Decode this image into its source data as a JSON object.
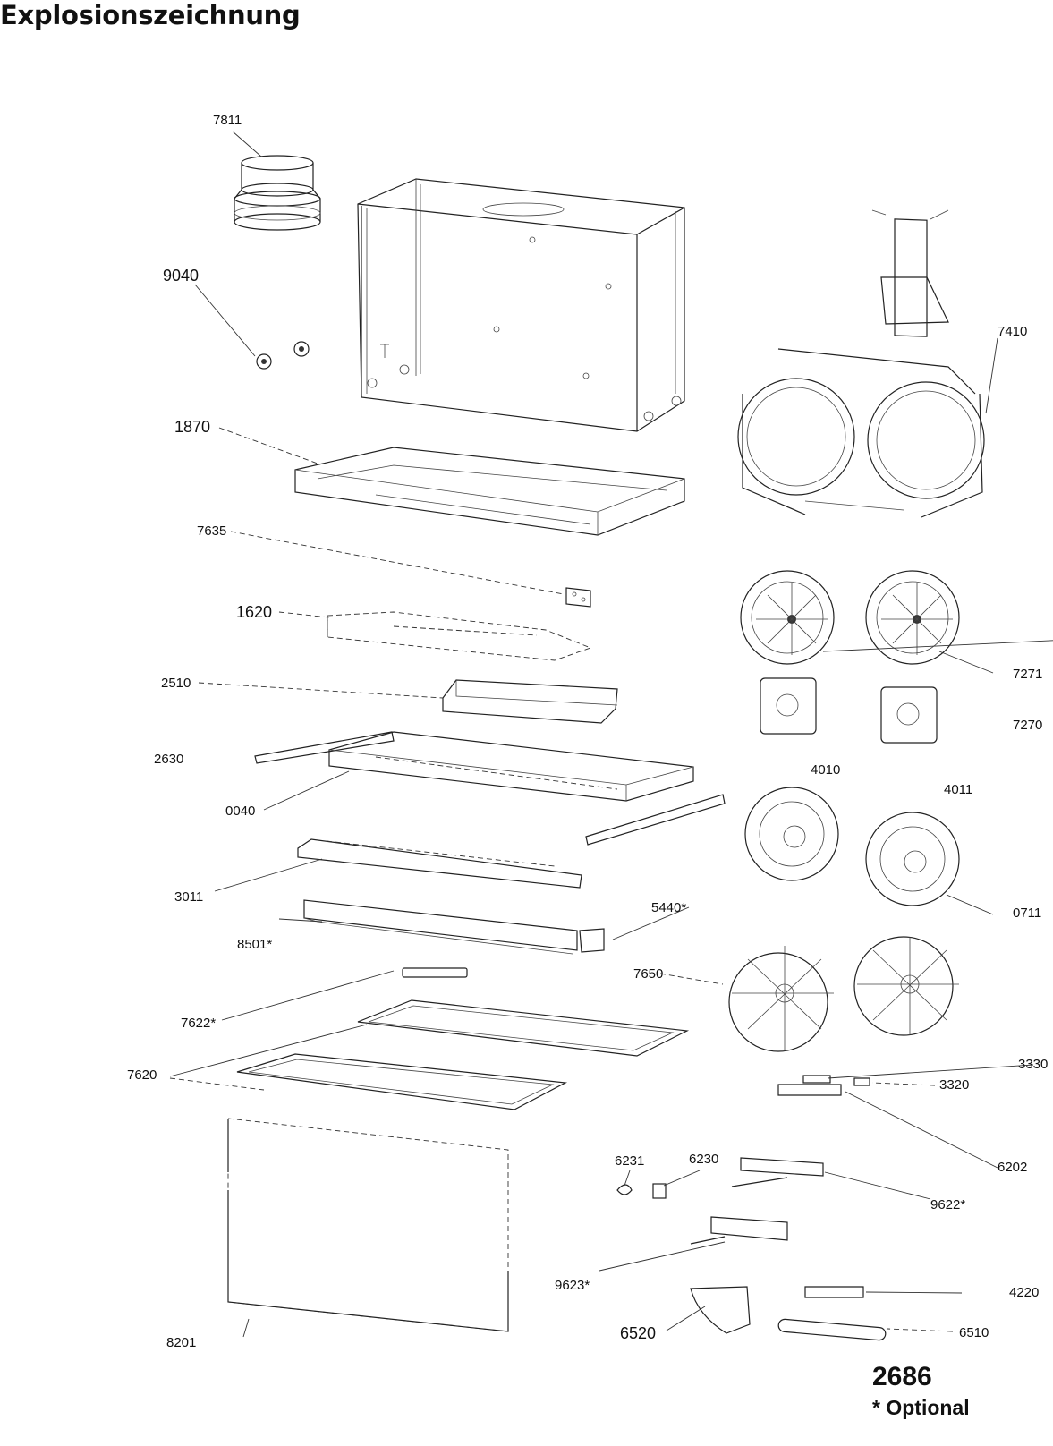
{
  "title": "Explosionszeichnung",
  "sheet_number": "2686",
  "optional_note": "* Optional",
  "part_labels": [
    {
      "id": "7811",
      "text": "7811"
    },
    {
      "id": "9040",
      "text": "9040"
    },
    {
      "id": "1870",
      "text": "1870"
    },
    {
      "id": "7410",
      "text": "7410"
    },
    {
      "id": "7635",
      "text": "7635"
    },
    {
      "id": "1620",
      "text": "1620"
    },
    {
      "id": "2510",
      "text": "2510"
    },
    {
      "id": "2630",
      "text": "2630"
    },
    {
      "id": "0040",
      "text": "0040"
    },
    {
      "id": "7271",
      "text": "7271"
    },
    {
      "id": "7270",
      "text": "7270"
    },
    {
      "id": "4010",
      "text": "4010"
    },
    {
      "id": "4011",
      "text": "4011"
    },
    {
      "id": "3011",
      "text": "3011"
    },
    {
      "id": "5440",
      "text": "5440*"
    },
    {
      "id": "0711",
      "text": "0711"
    },
    {
      "id": "8501",
      "text": "8501*"
    },
    {
      "id": "7650",
      "text": "7650"
    },
    {
      "id": "7622",
      "text": "7622*"
    },
    {
      "id": "7620",
      "text": "7620"
    },
    {
      "id": "3330",
      "text": "3330"
    },
    {
      "id": "3320",
      "text": "3320"
    },
    {
      "id": "6230",
      "text": "6230"
    },
    {
      "id": "6231",
      "text": "6231"
    },
    {
      "id": "6202",
      "text": "6202"
    },
    {
      "id": "9622",
      "text": "9622*"
    },
    {
      "id": "9623",
      "text": "9623*"
    },
    {
      "id": "4220",
      "text": "4220"
    },
    {
      "id": "6520",
      "text": "6520"
    },
    {
      "id": "6510",
      "text": "6510"
    },
    {
      "id": "8201",
      "text": "8201"
    }
  ]
}
